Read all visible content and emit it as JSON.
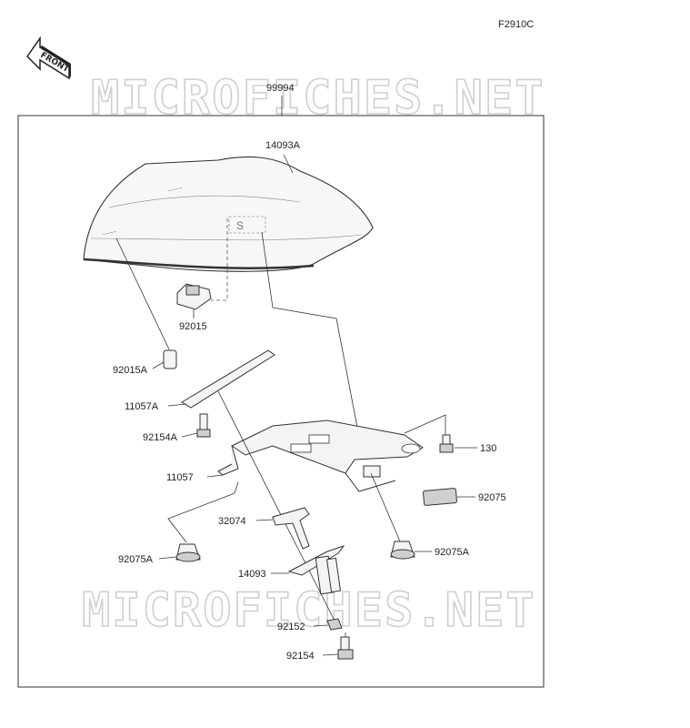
{
  "diagram": {
    "code": "F2910C",
    "front_label": "FRONT",
    "watermark_top": "MICROFICHES.NET",
    "watermark_bottom": "MICROFICHES.NET",
    "assembly_label": "99994",
    "labels": {
      "p14093A": "14093A",
      "p92015": "92015",
      "p92015A": "92015A",
      "p11057A": "11057A",
      "p92154A": "92154A",
      "p11057": "11057",
      "p130": "130",
      "p92075": "92075",
      "p32074": "32074",
      "p92075A_left": "92075A",
      "p92075A_right": "92075A",
      "p14093": "14093",
      "p92152": "92152",
      "p92154": "92154"
    }
  }
}
